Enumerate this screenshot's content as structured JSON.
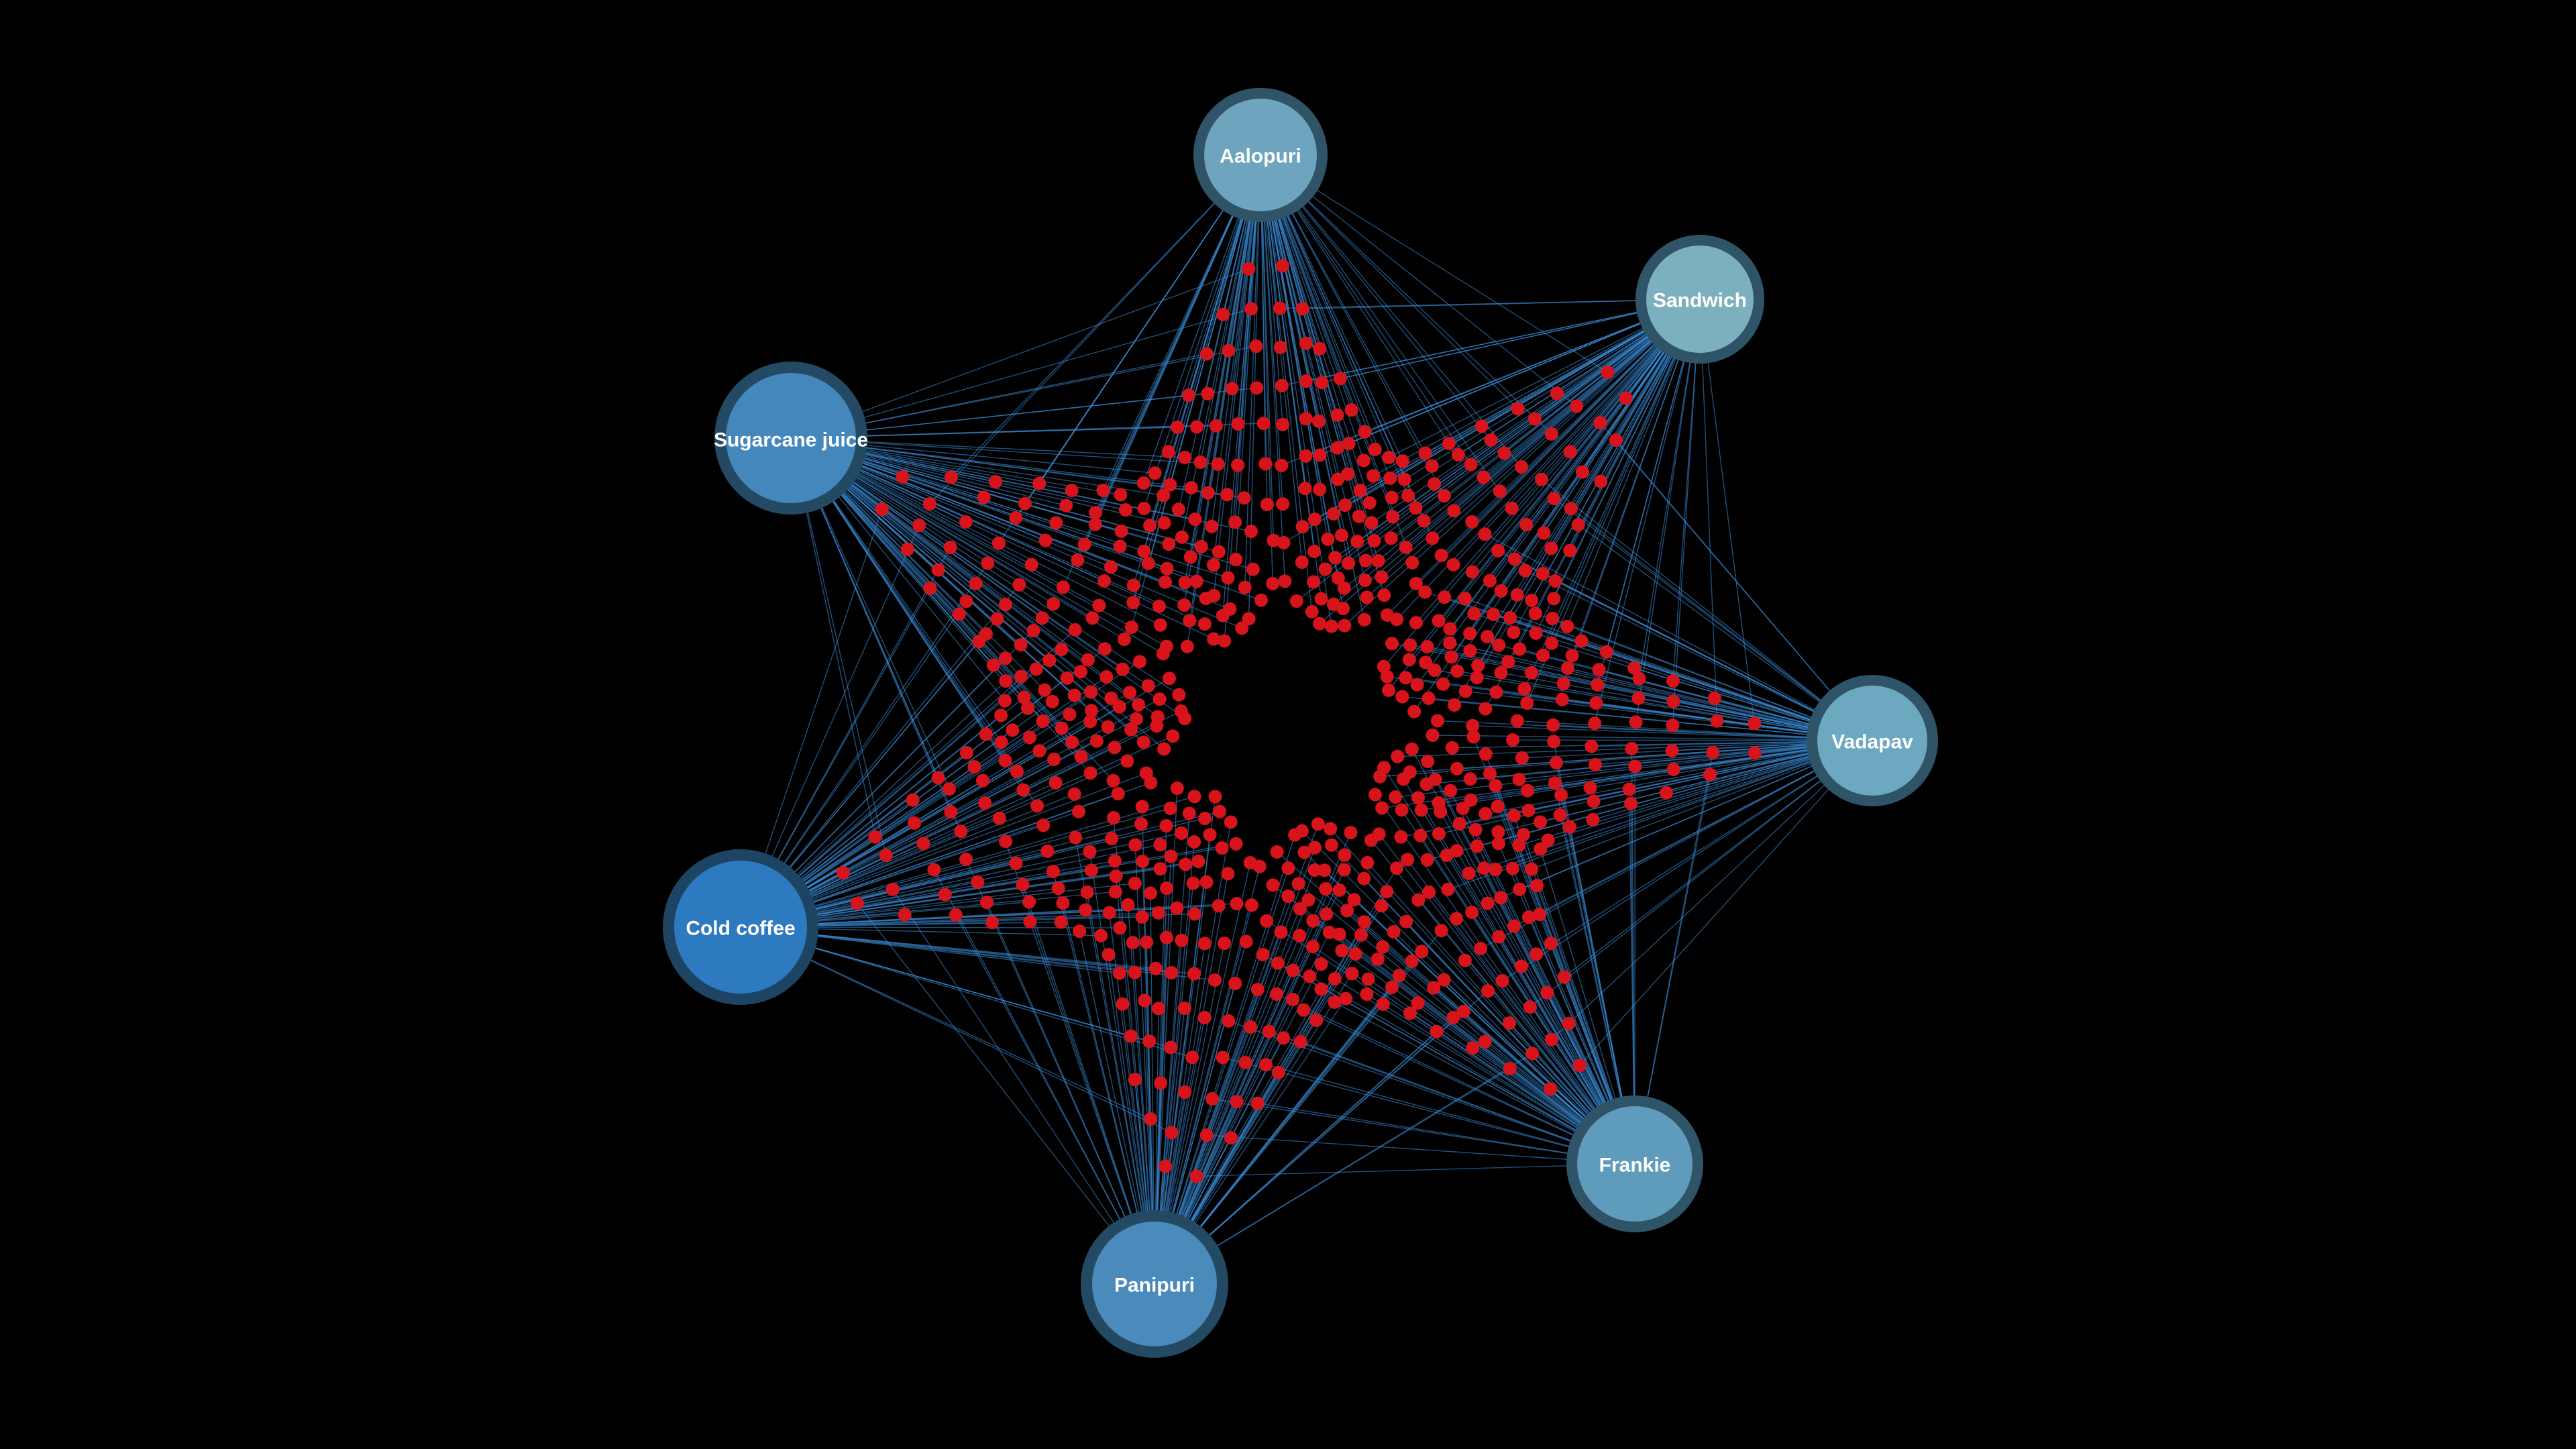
{
  "background": "#000000",
  "edge_color": "#3d8fdc",
  "order_node_color": "#d7141b",
  "hubs": [
    {
      "id": "aalopuri",
      "label": "Aalopuri",
      "fill": "#6ea4bd",
      "ring": "#2f5367"
    },
    {
      "id": "sandwich",
      "label": "Sandwich",
      "fill": "#7db0bf",
      "ring": "#2f5367"
    },
    {
      "id": "vadapav",
      "label": "Vadapav",
      "fill": "#6ca8c0",
      "ring": "#2f5367"
    },
    {
      "id": "frankie",
      "label": "Frankie",
      "fill": "#5f9cbc",
      "ring": "#2f5367"
    },
    {
      "id": "panipuri",
      "label": "Panipuri",
      "fill": "#4a8bbc",
      "ring": "#244a63"
    },
    {
      "id": "cold-coffee",
      "label": "Cold coffee",
      "fill": "#2d7ac0",
      "ring": "#1d4463"
    },
    {
      "id": "sugarcane-juice",
      "label": "Sugarcane juice",
      "fill": "#4487bd",
      "ring": "#244a63"
    }
  ]
}
